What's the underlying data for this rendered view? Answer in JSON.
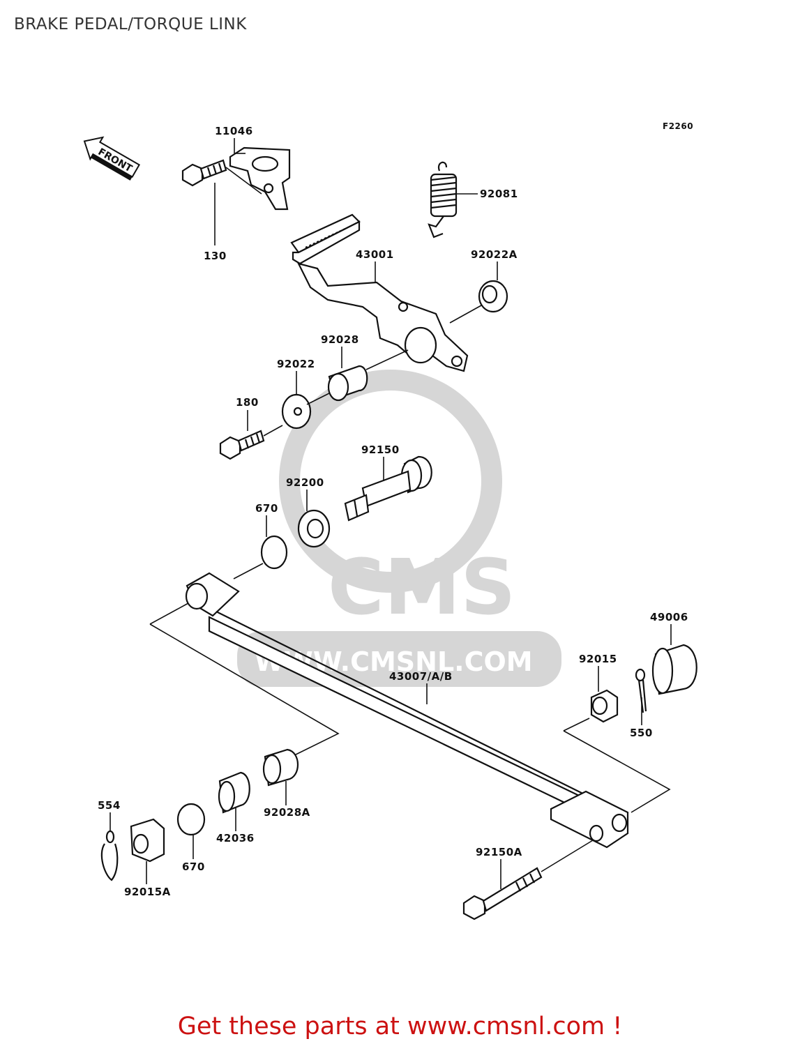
{
  "title": "BRAKE PEDAL/TORQUE LINK",
  "figure_code": "F2260",
  "front_marker": "FRONT",
  "watermark": {
    "brand": "CMS",
    "url": "WWW.CMSNL.COM"
  },
  "part_labels": {
    "p11046": "11046",
    "p130": "130",
    "p92081": "92081",
    "p43001": "43001",
    "p92022A": "92022A",
    "p92028": "92028",
    "p92022": "92022",
    "p180": "180",
    "p92150": "92150",
    "p92200": "92200",
    "p670a": "670",
    "p49006": "49006",
    "p92015": "92015",
    "p43007": "43007/A/B",
    "p550": "550",
    "p554": "554",
    "p92028A": "92028A",
    "p42036": "42036",
    "p670b": "670",
    "p92015A": "92015A",
    "p92150A": "92150A"
  },
  "footer": "Get these parts at www.cmsnl.com !",
  "colors": {
    "footer": "#cc1111",
    "line": "#111111",
    "watermark": "#d6d6d6"
  }
}
